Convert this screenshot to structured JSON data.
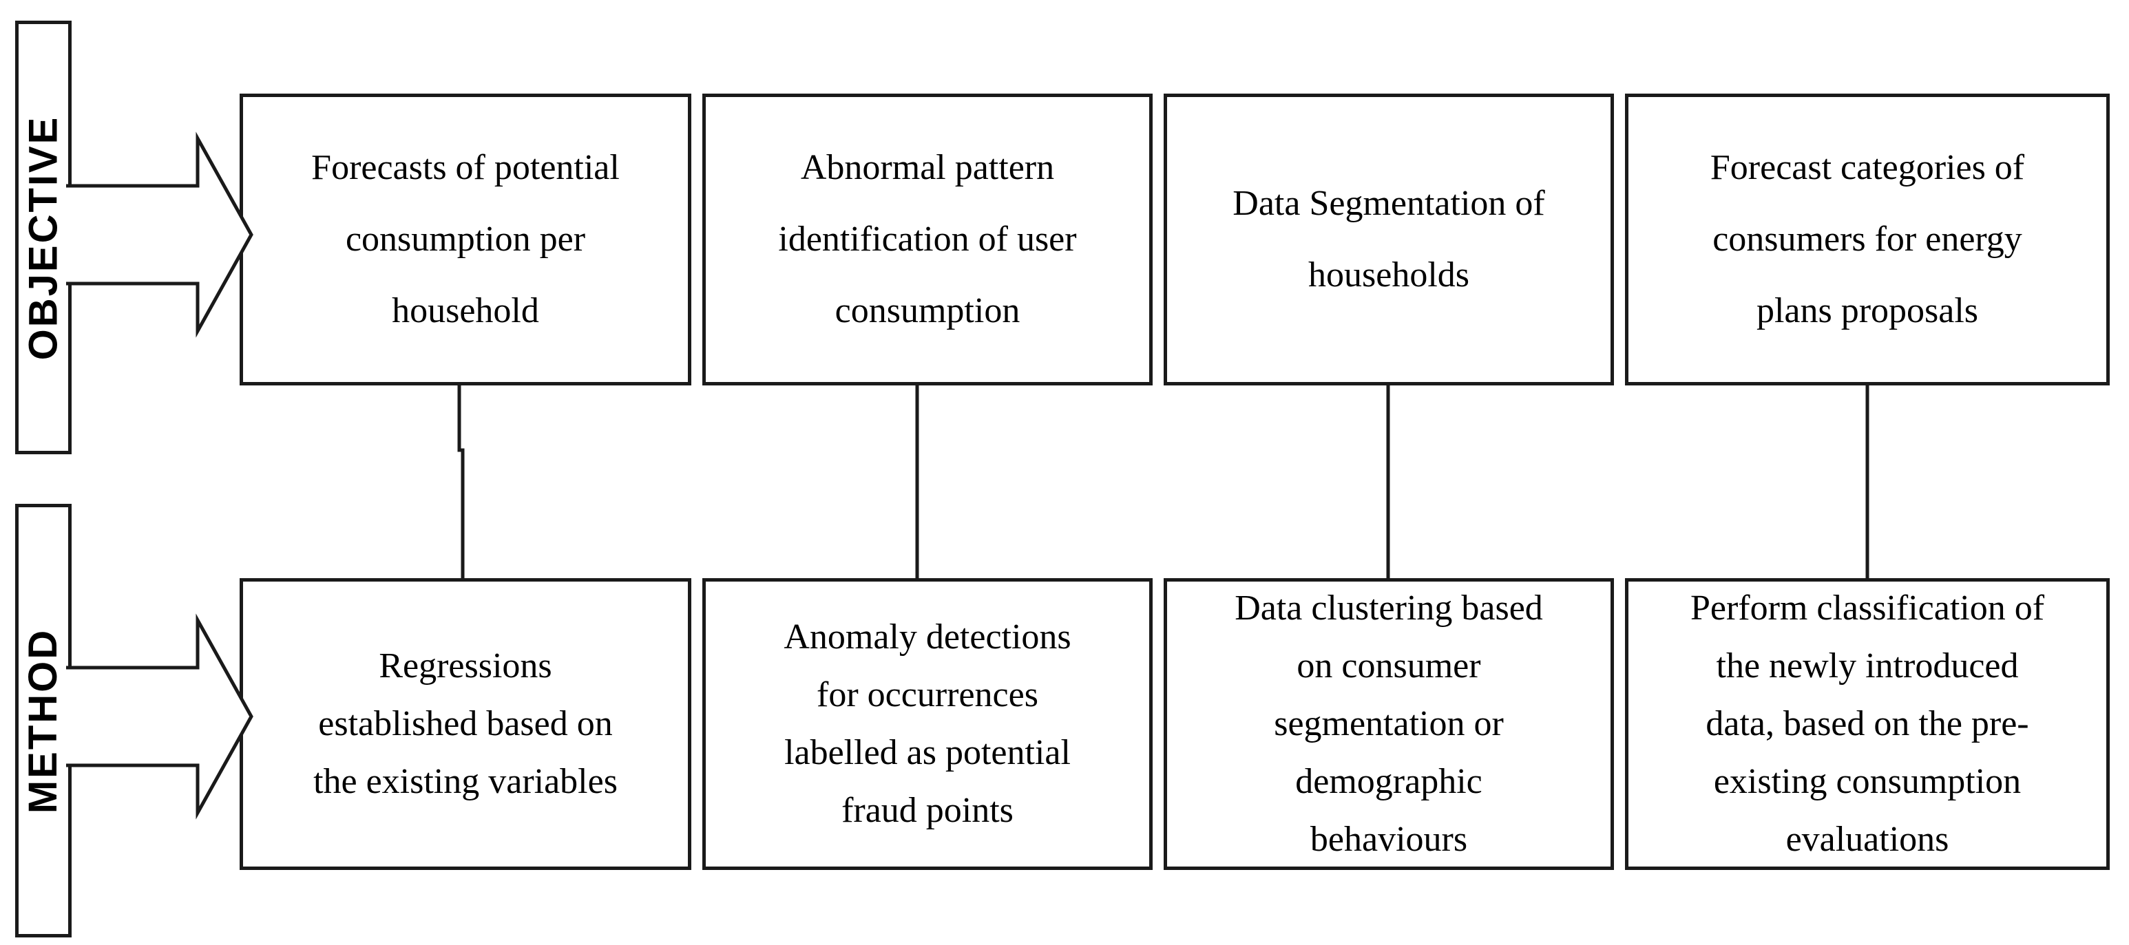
{
  "figure": {
    "description_label": "research methodology objective-method flow diagram"
  },
  "colors": {
    "background": "#ffffff",
    "stroke": "#1a1a1a",
    "text": "#000000"
  },
  "rows": [
    {
      "label": "OBJECTIVE",
      "boxes": [
        "Forecasts of potential\nconsumption per\nhousehold",
        "Abnormal pattern\nidentification of user\nconsumption",
        "Data Segmentation of\nhouseholds",
        "Forecast categories of\nconsumers for energy\nplans proposals"
      ]
    },
    {
      "label": "METHOD",
      "boxes": [
        "Regressions\nestablished based on\nthe existing variables",
        "Anomaly detections\nfor occurrences\nlabelled as potential\nfraud points",
        "Data clustering based\non consumer\nsegmentation or\ndemographic\nbehaviours",
        "Perform classification of\nthe newly introduced\ndata, based on the pre-\nexisting consumption\nevaluations"
      ]
    }
  ]
}
